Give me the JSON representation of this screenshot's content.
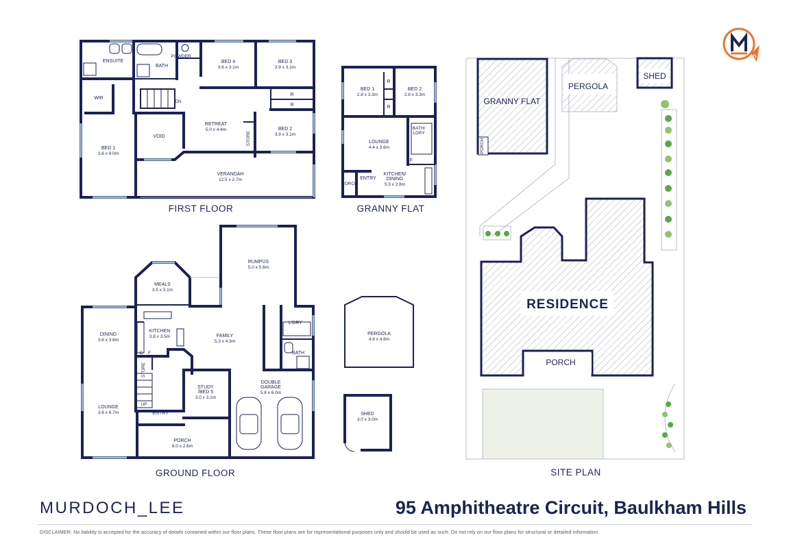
{
  "titles": {
    "first_floor": "FIRST FLOOR",
    "granny_flat": "GRANNY FLAT",
    "ground_floor": "GROUND FLOOR",
    "site_plan": "SITE PLAN"
  },
  "first_floor": {
    "ensuite": "ENSUITE",
    "bath": "BATH",
    "powder": "POWDER",
    "wir": "WIR",
    "bed4": {
      "name": "BED 4",
      "dim": "3.6 x 3.1m"
    },
    "bed3": {
      "name": "BED 3",
      "dim": "3.9 x 3.1m"
    },
    "bed1": {
      "name": "BED 1",
      "dim": "3.6 x 8.0m"
    },
    "void": "VOID",
    "retreat": {
      "name": "RETREAT",
      "dim": "5.0 x 4.4m"
    },
    "store": "STORE",
    "bed2": {
      "name": "BED 2",
      "dim": "3.9 x 3.1m"
    },
    "verandah": {
      "name": "VERANDAH",
      "dim": "12.5 x 2.7m"
    },
    "robe": "R",
    "dn": "DN"
  },
  "granny_flat": {
    "bed1": {
      "name": "BED 1",
      "dim": "2.8 x 3.3m"
    },
    "bed2": {
      "name": "BED 2",
      "dim": "2.8 x 3.3m"
    },
    "lounge": {
      "name": "LOUNGE",
      "dim": "4.4 x 3.6m"
    },
    "kitchen": {
      "name": "KITCHEN/",
      "name2": "DINING",
      "dim": "5.3 x 2.8m"
    },
    "entry": "ENTRY",
    "porch": "PORCH",
    "bath": "BATH/",
    "ldry": "LDRY",
    "fridge": "F",
    "robe": "R"
  },
  "ground_floor": {
    "rumpus": {
      "name": "RUMPUS",
      "dim": "5.0 x 5.6m"
    },
    "meals": {
      "name": "MEALS",
      "dim": "3.5 x 3.1m"
    },
    "dining": {
      "name": "DINING",
      "dim": "3.6 x 3.6m"
    },
    "kitchen": {
      "name": "KITCHEN",
      "dim": "3.8 x 3.5m"
    },
    "family": {
      "name": "FAMILY",
      "dim": "5.3 x 4.3m"
    },
    "ldry": "L'DRY",
    "bath": "BATH",
    "store": "STORE",
    "lounge": {
      "name": "LOUNGE",
      "dim": "3.6 x 6.7m"
    },
    "study": {
      "name": "STUDY",
      "name2": "/BED 5",
      "dim": "3.0 x 3.1m"
    },
    "garage": {
      "name": "DOUBLE",
      "name2": "GARAGE",
      "dim": "5.8 x 6.0m"
    },
    "entry": "ENTRY",
    "porch": {
      "name": "PORCH",
      "dim": "6.0 x 2.6m"
    },
    "up": "UP",
    "c": "C",
    "f": "F"
  },
  "pergola": {
    "name": "PERGOLA",
    "dim": "4.8 x 4.8m"
  },
  "shed": {
    "name": "SHED",
    "dim": "3.0 x 3.0m"
  },
  "site": {
    "granny_flat": "GRANNY FLAT",
    "pergola": "PERGOLA",
    "shed": "SHED",
    "residence": "RESIDENCE",
    "porch": "PORCH",
    "porch_small": "PORCH"
  },
  "footer": {
    "brand": "MURDOCH_LEE",
    "address": "95 Amphitheatre Circuit, Baulkham Hills",
    "disclaimer": "DISCLAIMER: No liability is accepted for the accuracy of details contained within our floor plans. These floor plans are for representational purposes only and should be used as such. Do not rely on our floor plans for structural or detailed information."
  },
  "colors": {
    "wall": "#1a2255",
    "window": "#9fb8d6",
    "logo_orange": "#e8772e",
    "hatch": "#9aa0b0",
    "lawn": "#eef3e9",
    "plant": "#5aa845"
  },
  "logo": {
    "letter": "M",
    "icon": "compass-logo-icon"
  }
}
